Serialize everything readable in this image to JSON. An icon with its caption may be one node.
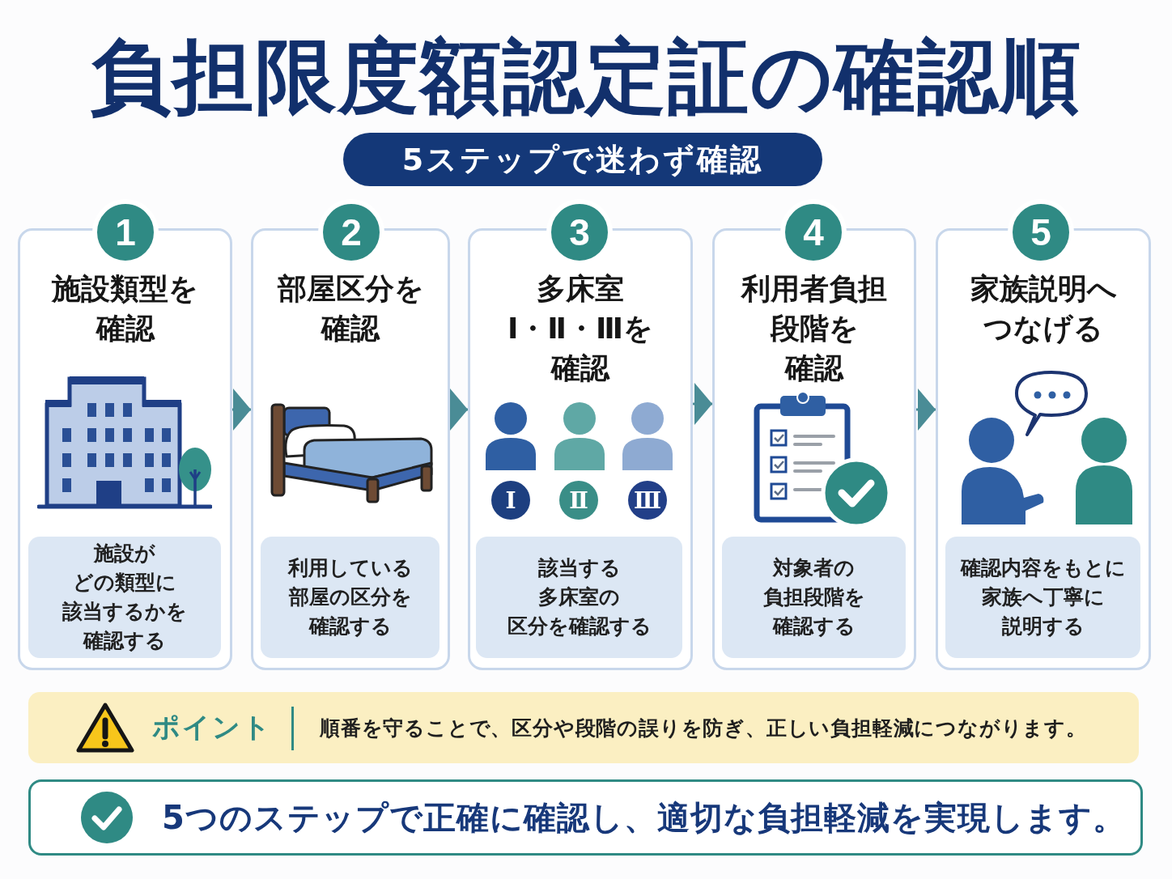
{
  "diagram": {
    "title": "負担限度額認定証の確認順",
    "nodes": [
      {
        "text": [
          "5ステップで迷わず確認"
        ]
      },
      {
        "text": [
          "1"
        ]
      },
      {
        "text": [
          "施設類型を確認"
        ]
      },
      {
        "text": [
          "施設がどの類型に該当するかを確認する"
        ],
        "in": 2
      },
      {
        "text": [
          "2"
        ]
      },
      {
        "text": [
          "部屋区分を確認"
        ]
      },
      {
        "text": [
          "利用している部屋の区分を確認する"
        ],
        "in": 5
      },
      {
        "text": [
          "3"
        ]
      },
      {
        "text": [
          "多床室Ⅰ・Ⅱ・Ⅲを確認"
        ]
      },
      {
        "text": [
          "Ⅰ"
        ],
        "in": 8
      },
      {
        "text": [
          "Ⅱ"
        ],
        "in": 8
      },
      {
        "text": [
          "Ⅲ"
        ],
        "in": 8
      },
      {
        "text": [
          "該当する多床室の区分を確認する"
        ],
        "in": 8
      },
      {
        "text": [
          "4"
        ]
      },
      {
        "text": [
          "利用者負担段階を確認"
        ]
      },
      {
        "text": [
          "対象者の負担段階を確認する"
        ],
        "in": 14
      },
      {
        "text": [
          "5"
        ]
      },
      {
        "text": [
          "家族説明へつなげる"
        ]
      },
      {
        "text": [
          "確認内容をもとに家族へ丁寧に説明する"
        ],
        "in": 17
      },
      {
        "text": [
          "ポイント",
          "順番を守ることで、区分や段階の誤りを防ぎ、正しい負担軽減につながります。"
        ]
      },
      {
        "text": [
          "5つのステップで正確に確認し、適切な負担軽減を実現します。"
        ]
      }
    ],
    "edges": [
      {
        "from": 2,
        "to": 5,
        "arrow": "to"
      },
      {
        "from": 5,
        "to": 8,
        "arrow": "to"
      },
      {
        "from": 8,
        "to": 14,
        "arrow": "to"
      },
      {
        "from": 14,
        "to": 17,
        "arrow": "to"
      }
    ]
  }
}
